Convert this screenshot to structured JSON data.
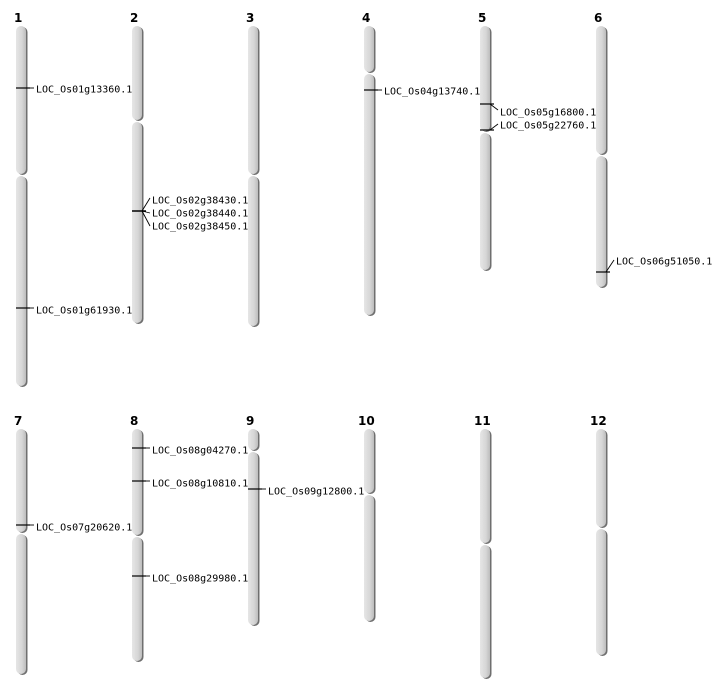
{
  "chromosomes": [
    {
      "id": "1",
      "label": "1",
      "genes": [
        {
          "name": "LOC_Os01g13360.1"
        },
        {
          "name": "LOC_Os01g61930.1"
        }
      ]
    },
    {
      "id": "2",
      "label": "2",
      "genes": [
        {
          "name": "LOC_Os02g38430.1"
        },
        {
          "name": "LOC_Os02g38440.1"
        },
        {
          "name": "LOC_Os02g38450.1"
        }
      ]
    },
    {
      "id": "3",
      "label": "3",
      "genes": []
    },
    {
      "id": "4",
      "label": "4",
      "genes": [
        {
          "name": "LOC_Os04g13740.1"
        }
      ]
    },
    {
      "id": "5",
      "label": "5",
      "genes": [
        {
          "name": "LOC_Os05g16800.1"
        },
        {
          "name": "LOC_Os05g22760.1"
        }
      ]
    },
    {
      "id": "6",
      "label": "6",
      "genes": [
        {
          "name": "LOC_Os06g51050.1"
        }
      ]
    },
    {
      "id": "7",
      "label": "7",
      "genes": [
        {
          "name": "LOC_Os07g20620.1"
        }
      ]
    },
    {
      "id": "8",
      "label": "8",
      "genes": [
        {
          "name": "LOC_Os08g04270.1"
        },
        {
          "name": "LOC_Os08g10810.1"
        },
        {
          "name": "LOC_Os08g29980.1"
        }
      ]
    },
    {
      "id": "9",
      "label": "9",
      "genes": [
        {
          "name": "LOC_Os09g12800.1"
        }
      ]
    },
    {
      "id": "10",
      "label": "10",
      "genes": []
    },
    {
      "id": "11",
      "label": "11",
      "genes": []
    },
    {
      "id": "12",
      "label": "12",
      "genes": []
    }
  ],
  "colors": {
    "chromosome_fill": "#d6d6d6",
    "chromosome_shadow": "#6f6f6f",
    "marker": "#000000"
  }
}
